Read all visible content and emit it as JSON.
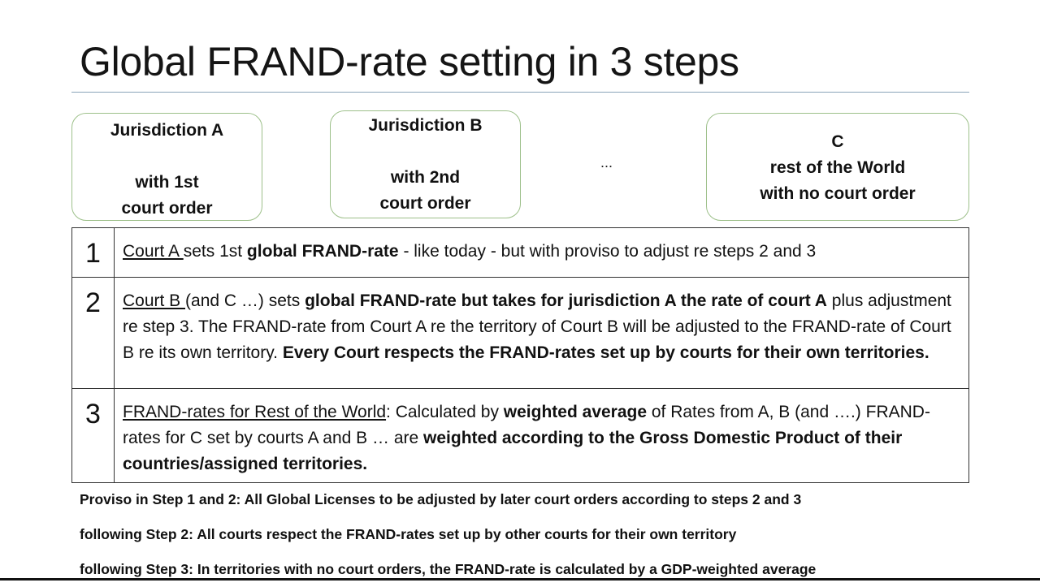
{
  "title": "Global FRAND-rate setting in 3 steps",
  "jurisdictions": [
    {
      "line1": "Jurisdiction A",
      "line2": "",
      "line3": "with 1st",
      "line4": "court order"
    },
    {
      "line1": "Jurisdiction B",
      "line2": "",
      "line3": "with 2nd",
      "line4": "court order"
    },
    {
      "line1": "C",
      "line2": "rest of the World",
      "line3": "with no court order"
    }
  ],
  "ellipsis": "...",
  "steps": [
    {
      "number": "1",
      "parts": {
        "p1": "Court A ",
        "p2": "sets 1st ",
        "p3": "global FRAND-rate",
        "p4": " - like today - but with proviso to adjust re steps 2 and 3"
      }
    },
    {
      "number": "2",
      "parts": {
        "p1": "Court B ",
        "p2": "(and C …) sets ",
        "p3": "global FRAND-rate but takes for jurisdiction A the rate of court A",
        "p4": " plus adjustment re step 3. The FRAND-rate from Court A re the territory of Court B will be adjusted to the FRAND-rate of Court B re its own territory. ",
        "p5": "Every Court respects the FRAND-rates set up by courts for their own territories."
      }
    },
    {
      "number": "3",
      "parts": {
        "p1": "FRAND-rates for Rest of the World",
        "p2": ": Calculated by ",
        "p3": "weighted average",
        "p4": " of Rates from A, B (and ….) FRAND-rates for C set by courts A and B … are ",
        "p5": "weighted according to the Gross Domestic Product of their countries/assigned territories."
      }
    }
  ],
  "notes": [
    "Proviso in Step 1 and 2: All Global Licenses to be adjusted by later court orders according to steps 2 and 3",
    "following Step 2: All courts respect the FRAND-rates set up by other courts for their own territory",
    "following Step 3: In territories with no court orders, the FRAND-rate is calculated by a GDP-weighted average"
  ]
}
